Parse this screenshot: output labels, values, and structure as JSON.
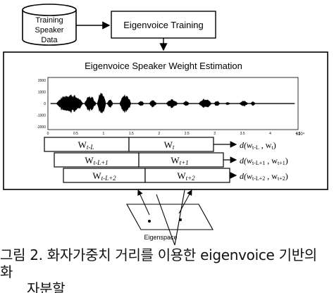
{
  "training_data": {
    "line1": "Training",
    "line2": "Speaker",
    "line3": "Data"
  },
  "training_box": "Eigenvoice Training",
  "estimation": {
    "title": "Eigenvoice Speaker Weight Estimation",
    "waveform": {
      "y_ticks": [
        "2000",
        "1000",
        "0",
        "-1000",
        "-2000"
      ],
      "x_ticks": [
        "0",
        "0.5",
        "1",
        "1.5",
        "2",
        "2.5",
        "3",
        "3.5",
        "4",
        "4.5"
      ],
      "x_multiplier": "x10⁴"
    }
  },
  "weight_rows": [
    {
      "left": "W",
      "left_sub": "t-L",
      "right": "W",
      "right_sub": "t",
      "distance": "d(w",
      "d_sub1": "t-L",
      "d_mid": " , w",
      "d_sub2": "t",
      "d_end": ")"
    },
    {
      "left": "W",
      "left_sub": "t-L+1",
      "right": "W",
      "right_sub": "t+1",
      "distance": "d(w",
      "d_sub1": "t-L+1",
      "d_mid": " , w",
      "d_sub2": "t+1",
      "d_end": ")"
    },
    {
      "left": "W",
      "left_sub": "t-L+2",
      "right": "W",
      "right_sub": "t+2",
      "distance": "d(w",
      "d_sub1": "t-L+2",
      "d_mid": " , w",
      "d_sub2": "t+2",
      "d_end": ")"
    }
  ],
  "eigenspace_label": "Eigenspace",
  "caption": {
    "line1": "그림 2. 화자가중치 거리를 이용한 eigenvoice 기반의 화",
    "line2": "자분할"
  }
}
